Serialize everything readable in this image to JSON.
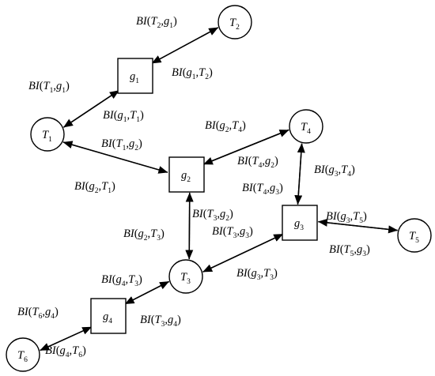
{
  "diagram": {
    "nodes": [
      {
        "id": "T1",
        "base": "T",
        "sub": "1",
        "shape": "circle"
      },
      {
        "id": "T2",
        "base": "T",
        "sub": "2",
        "shape": "circle"
      },
      {
        "id": "T3",
        "base": "T",
        "sub": "3",
        "shape": "circle"
      },
      {
        "id": "T4",
        "base": "T",
        "sub": "4",
        "shape": "circle"
      },
      {
        "id": "T5",
        "base": "T",
        "sub": "5",
        "shape": "circle"
      },
      {
        "id": "T6",
        "base": "T",
        "sub": "6",
        "shape": "circle"
      },
      {
        "id": "g1",
        "base": "g",
        "sub": "1",
        "shape": "square"
      },
      {
        "id": "g2",
        "base": "g",
        "sub": "2",
        "shape": "square"
      },
      {
        "id": "g3",
        "base": "g",
        "sub": "3",
        "shape": "square"
      },
      {
        "id": "g4",
        "base": "g",
        "sub": "4",
        "shape": "square"
      }
    ],
    "edges": [
      {
        "from": "g1",
        "to": "T2",
        "label": "BI(g1,T2)"
      },
      {
        "from": "T2",
        "to": "g1",
        "label": "BI(T2,g1)"
      },
      {
        "from": "T1",
        "to": "g1",
        "label": "BI(T1,g1)"
      },
      {
        "from": "g1",
        "to": "T1",
        "label": "BI(g1,T1)"
      },
      {
        "from": "T1",
        "to": "g2",
        "label": "BI(T1,g2)"
      },
      {
        "from": "g2",
        "to": "T1",
        "label": "BI(g2,T1)"
      },
      {
        "from": "g2",
        "to": "T4",
        "label": "BI(g2,T4)"
      },
      {
        "from": "T4",
        "to": "g2",
        "label": "BI(T4,g2)"
      },
      {
        "from": "g3",
        "to": "T4",
        "label": "BI(g3,T4)"
      },
      {
        "from": "T4",
        "to": "g3",
        "label": "BI(T4,g3)"
      },
      {
        "from": "T3",
        "to": "g2",
        "label": "BI(T3,g2)"
      },
      {
        "from": "g2",
        "to": "T3",
        "label": "BI(g2,T3)"
      },
      {
        "from": "T3",
        "to": "g3",
        "label": "BI(T3,g3)"
      },
      {
        "from": "g3",
        "to": "T3",
        "label": "BI(g3,T3)"
      },
      {
        "from": "g3",
        "to": "T5",
        "label": "BI(g3,T5)"
      },
      {
        "from": "T5",
        "to": "g3",
        "label": "BI(T5,g3)"
      },
      {
        "from": "g4",
        "to": "T3",
        "label": "BI(g4,T3)"
      },
      {
        "from": "T3",
        "to": "g4",
        "label": "BI(T3,g4)"
      },
      {
        "from": "T6",
        "to": "g4",
        "label": "BI(T6,g4)"
      },
      {
        "from": "g4",
        "to": "T6",
        "label": "BI(g4,T6)"
      }
    ]
  }
}
